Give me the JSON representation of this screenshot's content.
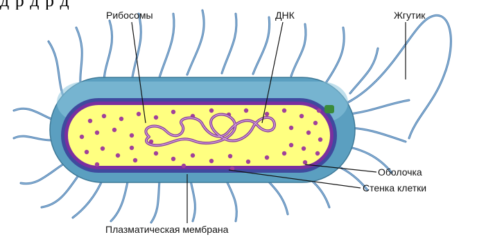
{
  "diagram": {
    "labels": {
      "ribosomes": "Рибосомы",
      "dna": "ДНК",
      "flagellum": "Жгутик",
      "capsule": "Оболочка",
      "cell_wall": "Стенка клетки",
      "plasma_membrane": "Плазматическая мембрана"
    },
    "colors": {
      "capsule": "#5b9fc0",
      "capsule_highlight": "#8cc4dc",
      "cell_wall": "#3f4a9e",
      "membrane": "#7a2fa0",
      "cytoplasm": "#ffff80",
      "ribosome": "#a0409a",
      "dna": "#8a3d9a",
      "flagella": "#4f7fb0",
      "pilus_tip": "#3a8a3a"
    }
  }
}
